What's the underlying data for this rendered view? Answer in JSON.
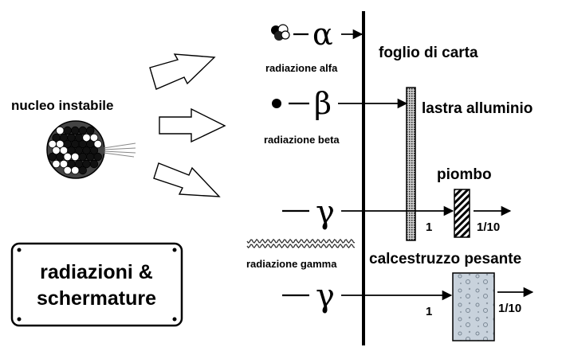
{
  "source": {
    "label": "nucleo instabile"
  },
  "title_box": {
    "line1": "radiazioni  &",
    "line2": "schermature"
  },
  "radiations": {
    "alpha": {
      "symbol": "α",
      "label": "radiazione alfa"
    },
    "beta": {
      "symbol": "β",
      "label": "radiazione beta"
    },
    "gamma": {
      "symbol": "γ",
      "label": "radiazione gamma"
    }
  },
  "shields": {
    "paper": "foglio di carta",
    "aluminium": "lastra alluminio",
    "lead": "piombo",
    "concrete": "calcestruzzo pesante"
  },
  "attenuation": {
    "lead_in": "1",
    "lead_out": "1/10",
    "concrete_in": "1",
    "concrete_out": "1/10"
  }
}
